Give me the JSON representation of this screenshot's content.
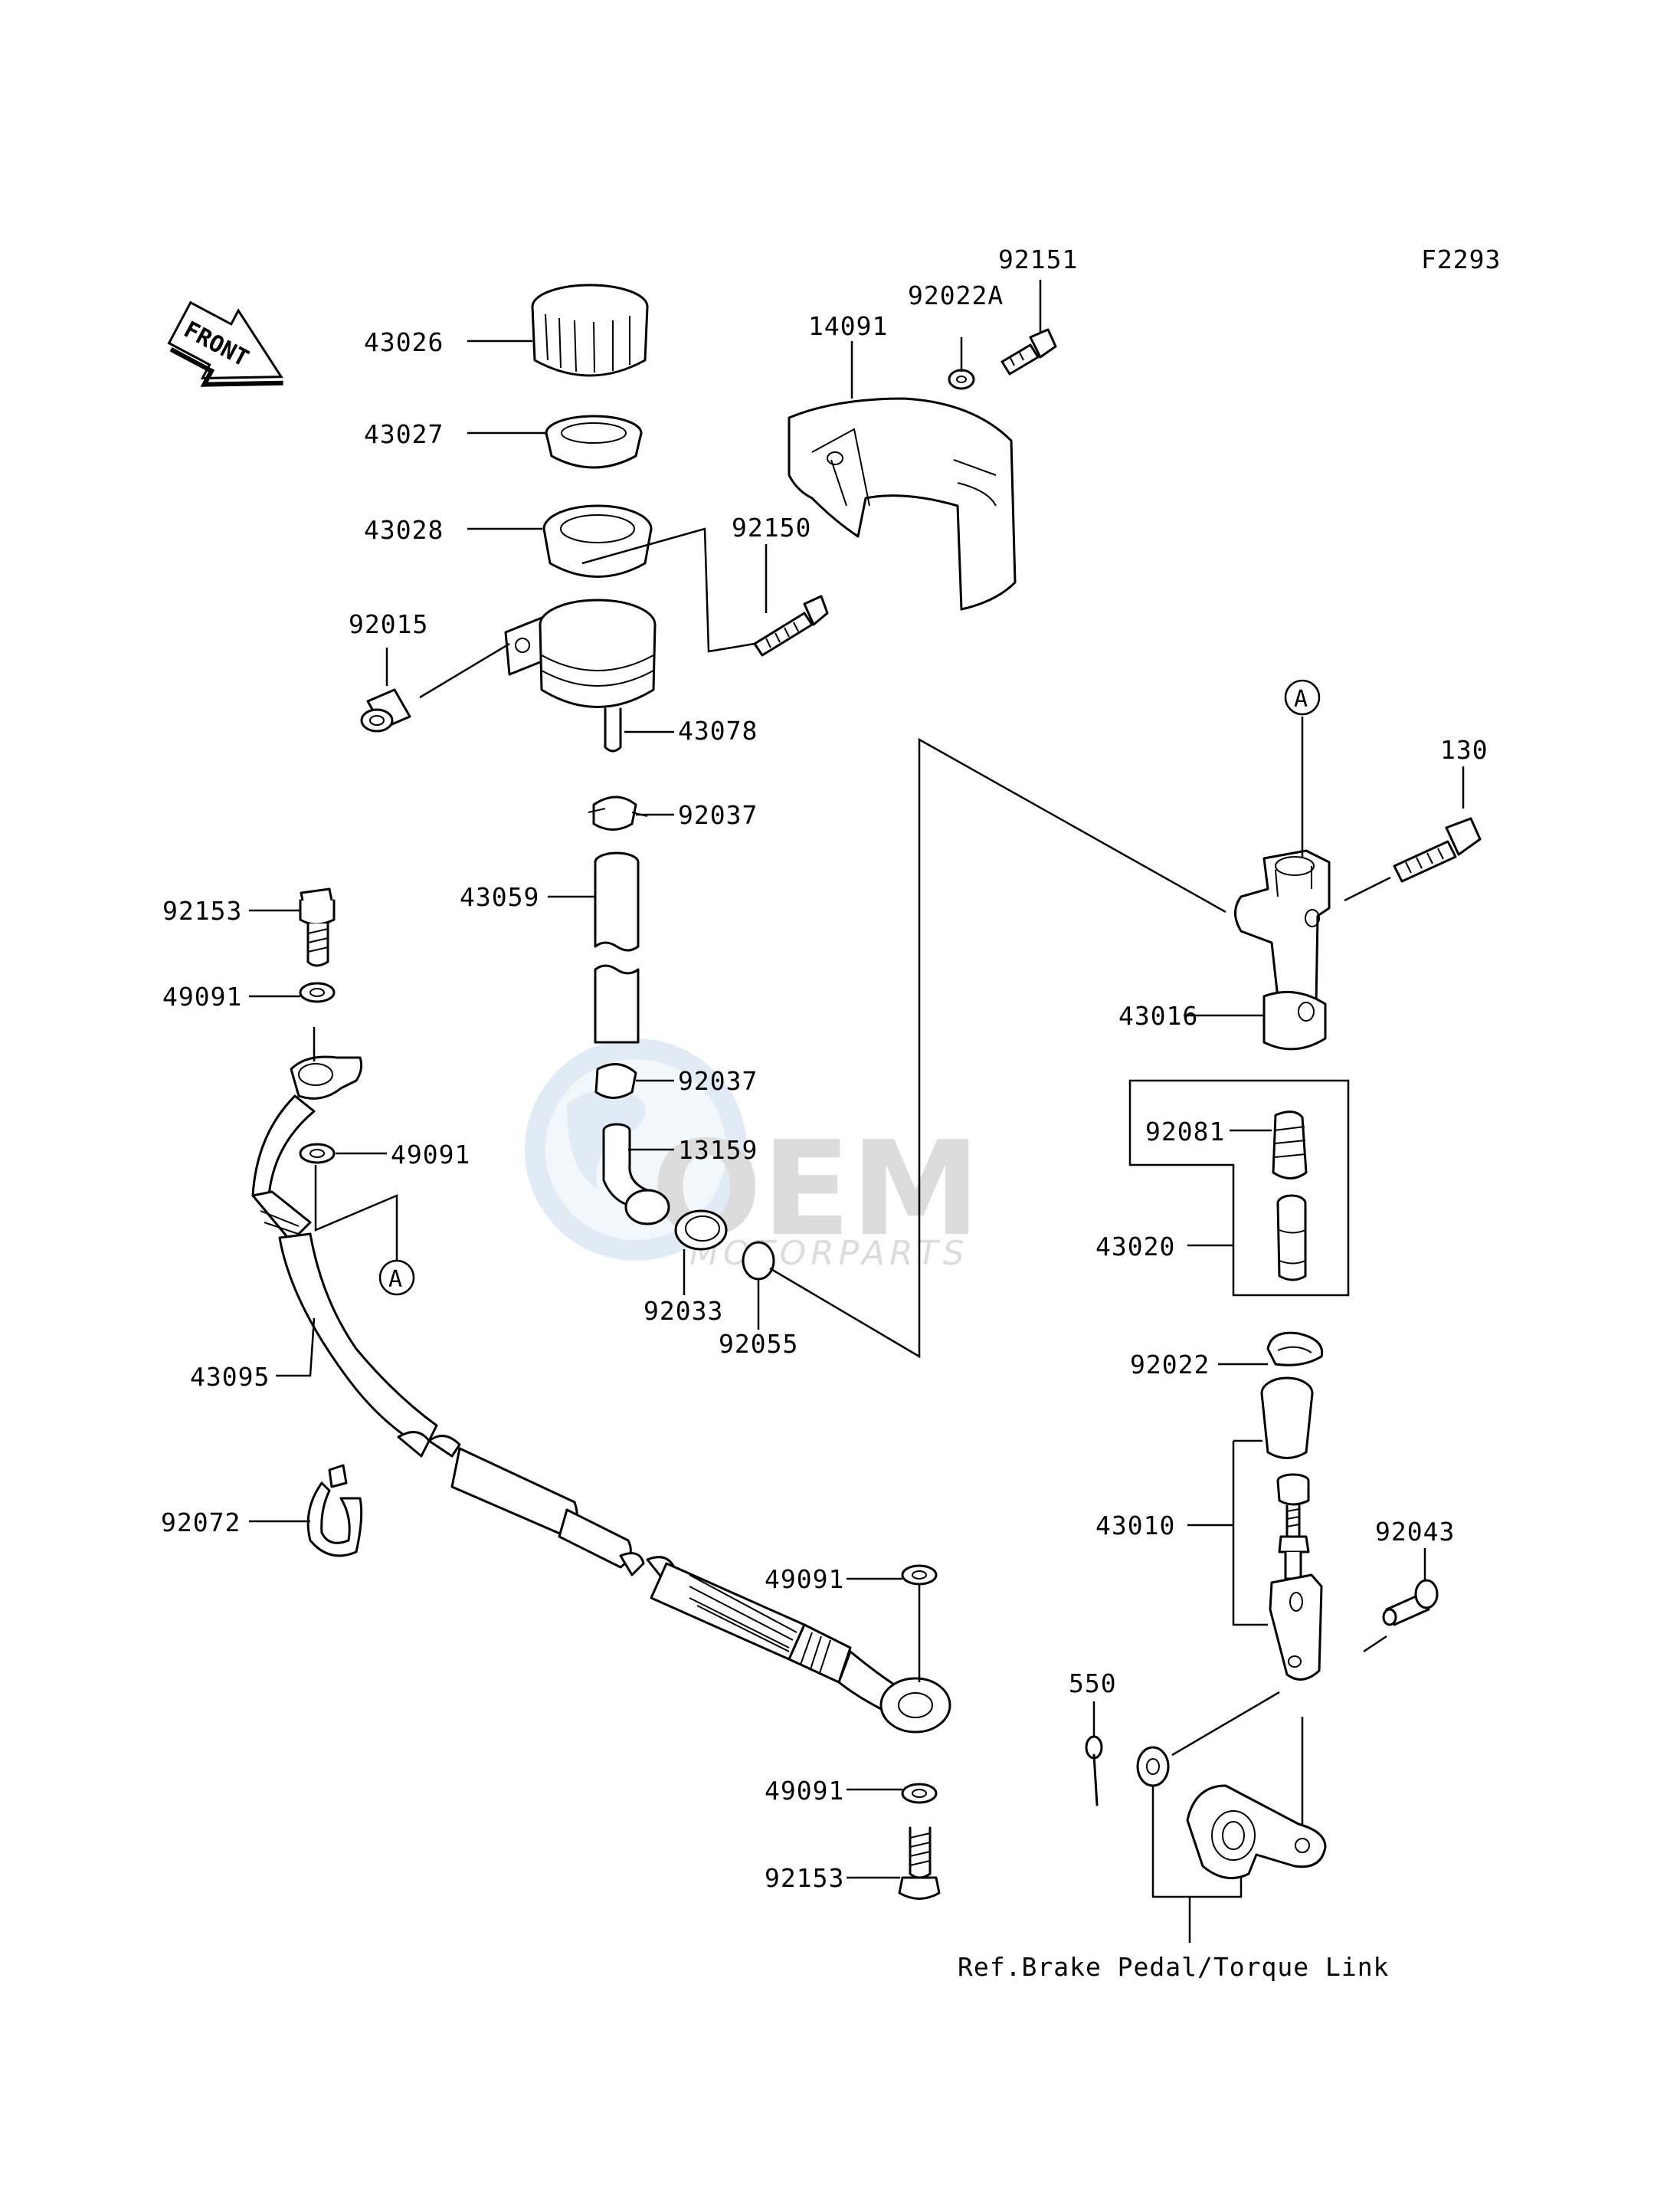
{
  "diagram": {
    "figure_code": "F2293",
    "front_label": "FRONT",
    "reference_note": "Ref.Brake Pedal/Torque Link",
    "watermark": {
      "brand": "OEM",
      "tagline": "MOTORPARTS",
      "colors": {
        "globe": "#a9c8e8",
        "brand": "#9e9e9e"
      }
    },
    "callouts": [
      {
        "id": "43026",
        "label": "43026"
      },
      {
        "id": "43027",
        "label": "43027"
      },
      {
        "id": "43028",
        "label": "43028"
      },
      {
        "id": "92015",
        "label": "92015"
      },
      {
        "id": "43078",
        "label": "43078"
      },
      {
        "id": "92150",
        "label": "92150"
      },
      {
        "id": "14091",
        "label": "14091"
      },
      {
        "id": "92022A",
        "label": "92022A"
      },
      {
        "id": "92151",
        "label": "92151"
      },
      {
        "id": "92037a",
        "label": "92037"
      },
      {
        "id": "43059",
        "label": "43059"
      },
      {
        "id": "92037b",
        "label": "92037"
      },
      {
        "id": "13159",
        "label": "13159"
      },
      {
        "id": "92033",
        "label": "92033"
      },
      {
        "id": "92055",
        "label": "92055"
      },
      {
        "id": "92153a",
        "label": "92153"
      },
      {
        "id": "49091a",
        "label": "49091"
      },
      {
        "id": "49091b",
        "label": "49091"
      },
      {
        "id": "43095",
        "label": "43095"
      },
      {
        "id": "92072",
        "label": "92072"
      },
      {
        "id": "49091c",
        "label": "49091"
      },
      {
        "id": "49091d",
        "label": "49091"
      },
      {
        "id": "92153b",
        "label": "92153"
      },
      {
        "id": "130",
        "label": "130"
      },
      {
        "id": "43016",
        "label": "43016"
      },
      {
        "id": "92081",
        "label": "92081"
      },
      {
        "id": "43020",
        "label": "43020"
      },
      {
        "id": "92022",
        "label": "92022"
      },
      {
        "id": "43010",
        "label": "43010"
      },
      {
        "id": "92043",
        "label": "92043"
      },
      {
        "id": "550",
        "label": "550"
      }
    ],
    "markers": [
      {
        "id": "A1",
        "label": "A"
      },
      {
        "id": "A2",
        "label": "A"
      }
    ]
  }
}
